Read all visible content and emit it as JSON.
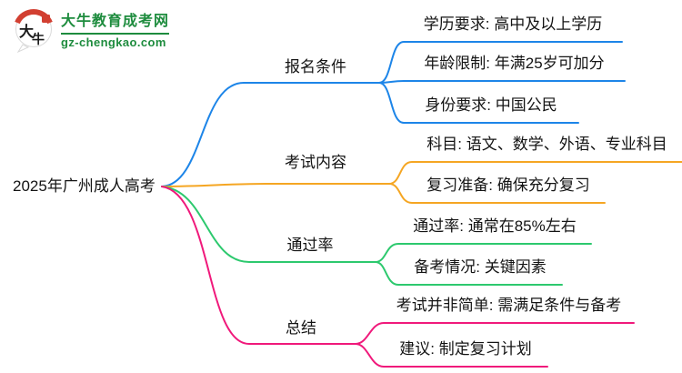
{
  "logo": {
    "title": "大牛教育成考网",
    "domain": "gz-chengkao.com",
    "icon_char1": "大",
    "icon_char2": "牛",
    "brand_color": "#1e8c3e",
    "icon_red": "#d23f31"
  },
  "mindmap": {
    "root": "2025年广州成人高考",
    "branches": [
      {
        "label": "报名条件",
        "color": "#1d85e8",
        "children": [
          "学历要求: 高中及以上学历",
          "年龄限制: 年满25岁可加分",
          "身份要求: 中国公民"
        ]
      },
      {
        "label": "考试内容",
        "color": "#f5a623",
        "children": [
          "科目: 语文、数学、外语、专业科目",
          "复习准备: 确保充分复习"
        ]
      },
      {
        "label": "通过率",
        "color": "#2dc96e",
        "children": [
          "通过率: 通常在85%左右",
          "备考情况: 关键因素"
        ]
      },
      {
        "label": "总结",
        "color": "#f0197b",
        "children": [
          "考试并非简单: 需满足条件与备考",
          "建议: 制定复习计划"
        ]
      }
    ]
  }
}
